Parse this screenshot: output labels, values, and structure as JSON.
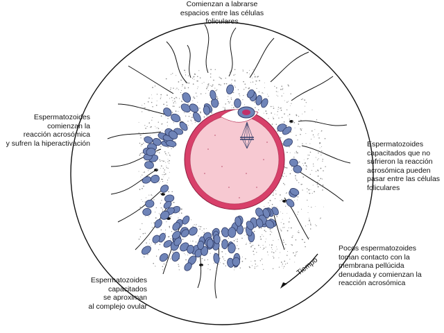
{
  "labels": {
    "top": "Comienzan a labrarse\nespacios entre las células\nfoliculares",
    "left": "Espermatozoides\ncomienzan la\nreacción acrosómica\ny sufren la hiperactivación",
    "right": "Espermatozoides\ncapacitados que no\nsufrieron la reacción\nacrosómica pueden\npasar entre las células\nfoliculares",
    "bottom_right": "Pocos espermatozoides\ntoman contacto con la\nmembrana pellúcida\ndenudada y comienzan la\nreacción acrosómica",
    "bottom_left": "Espermatozoides\ncapacitados\nse aproximan\nal complejo ovular",
    "time_arrow": "Tiempo"
  },
  "colors": {
    "outline": "#111111",
    "follicular_cell_fill": "#6f84b8",
    "follicular_cell_stroke": "#2f3b66",
    "zona_pellucida": "#d8406a",
    "cytoplasm": "#f7c9d2",
    "stipple": "#8a8a8a"
  }
}
